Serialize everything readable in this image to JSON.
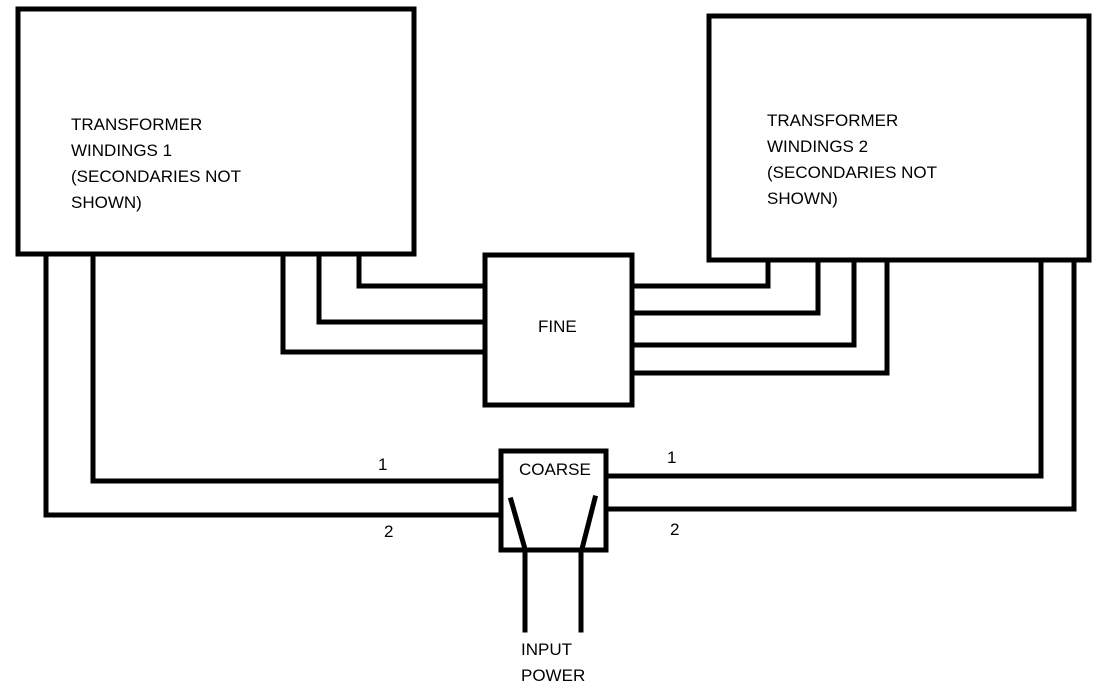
{
  "diagram": {
    "colors": {
      "line": "#000000",
      "background": "#ffffff"
    },
    "transformer1": {
      "label_lines": [
        "TRANSFORMER",
        "WINDINGS 1",
        "(SECONDARIES NOT",
        "SHOWN)"
      ]
    },
    "transformer2": {
      "label_lines": [
        "TRANSFORMER",
        "WINDINGS 2",
        "(SECONDARIES NOT",
        "SHOWN)"
      ]
    },
    "fine": {
      "label": "FINE"
    },
    "coarse": {
      "label": "COARSE"
    },
    "wire_labels": {
      "left_1": "1",
      "left_2": "2",
      "right_1": "1",
      "right_2": "2"
    },
    "input": {
      "label_lines": [
        "INPUT",
        "POWER"
      ]
    },
    "connections": [
      {
        "from": "TRANSFORMER WINDINGS 1",
        "to": "FINE",
        "wires": 3
      },
      {
        "from": "TRANSFORMER WINDINGS 2",
        "to": "FINE",
        "wires": 4
      },
      {
        "from": "TRANSFORMER WINDINGS 1",
        "to": "COARSE",
        "wires": [
          "1",
          "2"
        ]
      },
      {
        "from": "TRANSFORMER WINDINGS 2",
        "to": "COARSE",
        "wires": [
          "1",
          "2"
        ]
      },
      {
        "from": "INPUT POWER",
        "to": "COARSE",
        "wires": 2
      }
    ]
  }
}
